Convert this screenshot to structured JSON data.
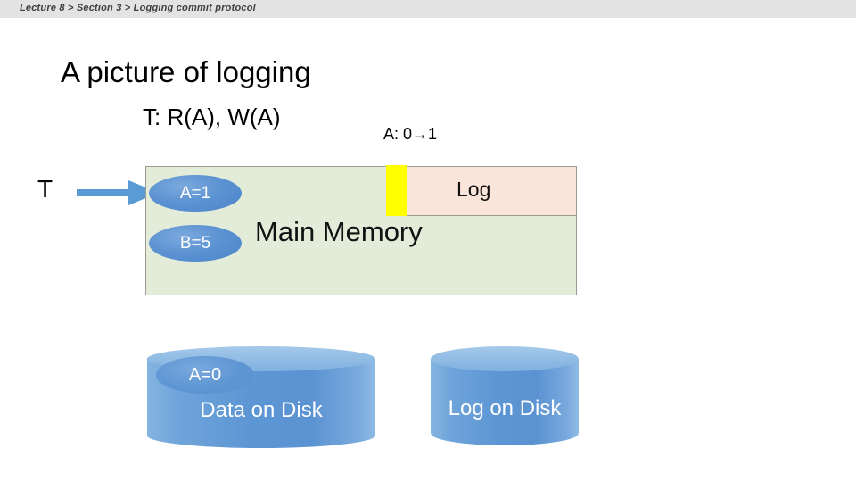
{
  "breadcrumb": {
    "text": "Lecture 8 > Section 3 > Logging commit protocol"
  },
  "slide": {
    "title": "A picture of logging",
    "transaction_subtitle": "T: R(A), W(A)",
    "value_change_note": "A: 0→1",
    "transaction_label": "T"
  },
  "main_memory": {
    "label": "Main Memory",
    "log_label": "Log",
    "values": [
      {
        "name": "memory-value-a",
        "text": "A=1"
      },
      {
        "name": "memory-value-b",
        "text": "B=5"
      }
    ]
  },
  "disks": {
    "data_disk_label": "Data on Disk",
    "data_disk_value": "A=0",
    "log_disk_label": "Log on Disk"
  },
  "colors": {
    "breadcrumb_bar": "#e3e3e3",
    "memory_box": "#e2ecd9",
    "log_box": "#fae5da",
    "highlight": "#ffff00",
    "disk_blue": "#5b93d2",
    "arrow_blue": "#5b9bd5"
  }
}
